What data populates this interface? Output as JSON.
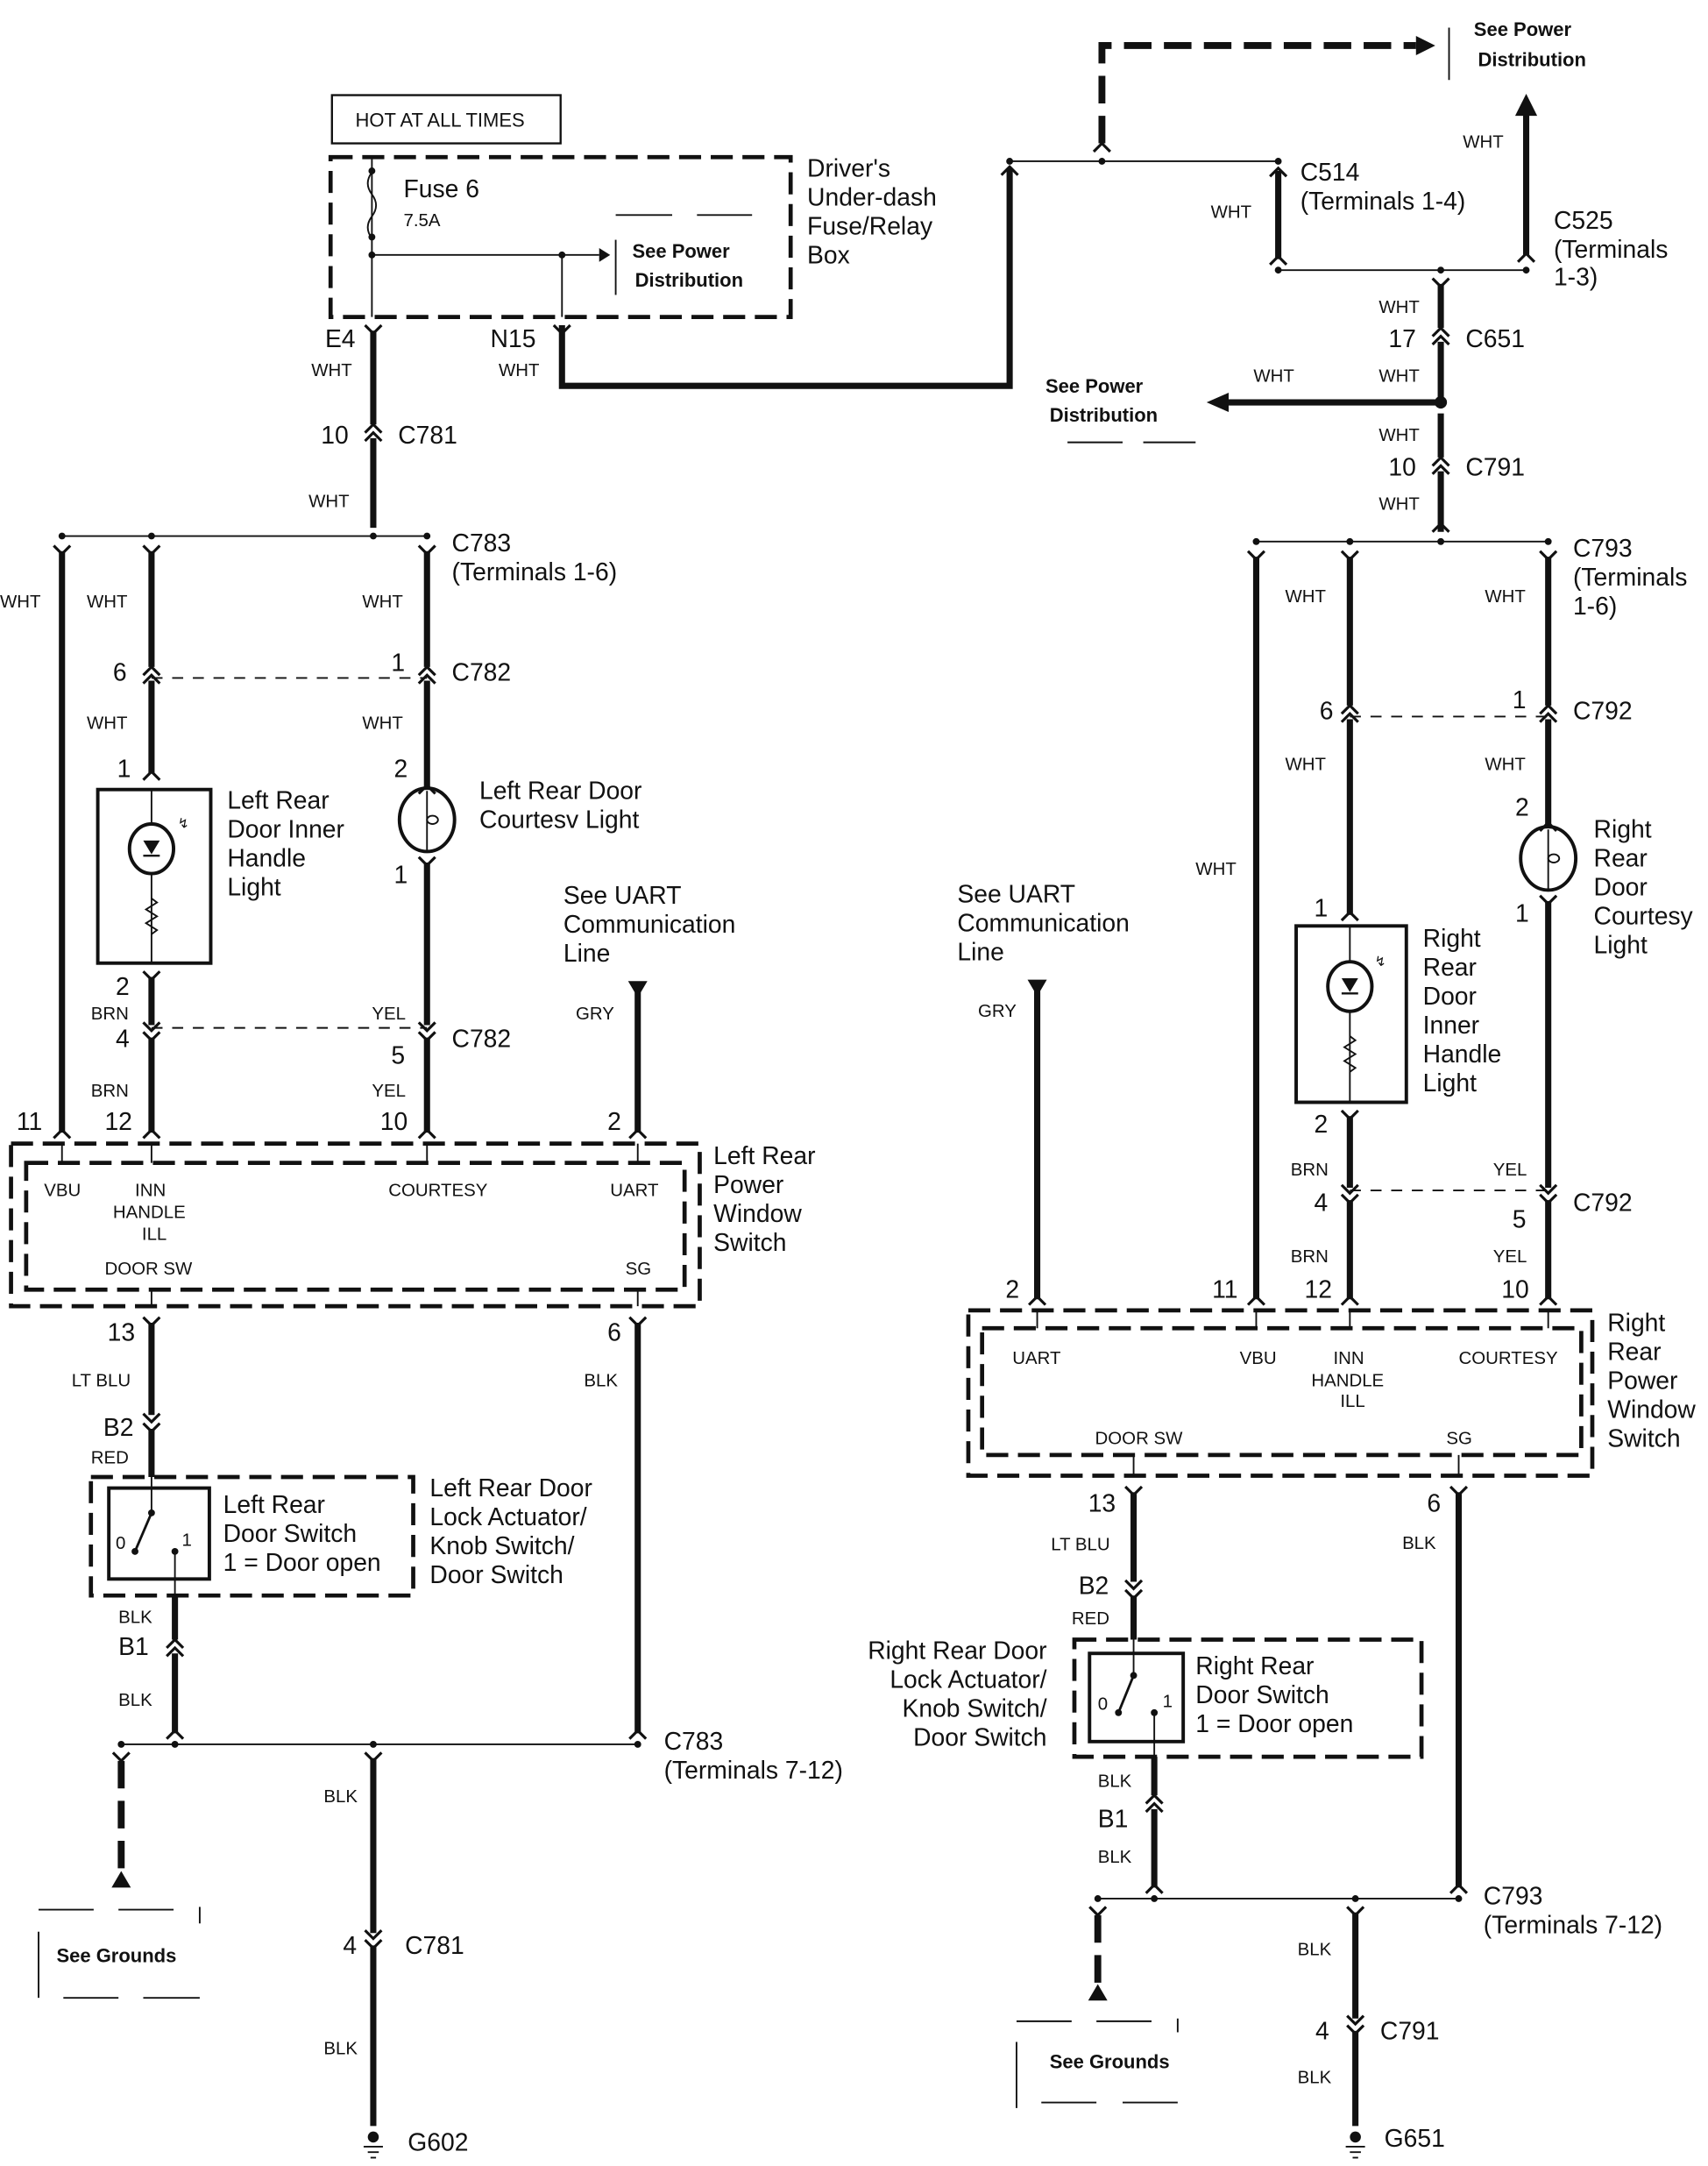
{
  "diagram": {
    "title_box": "HOT AT ALL TIMES",
    "fuse_box": {
      "label_lines": [
        "Driver's",
        "Under-dash",
        "Fuse/Relay",
        "Box"
      ],
      "fuse_name": "Fuse 6",
      "fuse_rating": "7.5A",
      "see_power_lines": [
        "See Power",
        "Distribution"
      ],
      "pin_left": "E4",
      "pin_right": "N15"
    },
    "refs": {
      "see_power_top": [
        "See Power",
        "Distribution"
      ],
      "see_power_mid": [
        "See Power",
        "Distribution"
      ],
      "see_grounds": "See Grounds",
      "see_uart": [
        "See UART",
        "Communication",
        "Line"
      ]
    },
    "connectors": {
      "c514": [
        "C514",
        "(Terminals 1-4)"
      ],
      "c525": [
        "C525",
        "(Terminals",
        "1-3)"
      ],
      "c651": "C651",
      "c781": "C781",
      "c783_top": [
        "C783",
        "(Terminals 1-6)"
      ],
      "c783_bot": [
        "C783",
        "(Terminals 7-12)"
      ],
      "c782": "C782",
      "c791": "C791",
      "c792": "C792",
      "c793_top": [
        "C793",
        "(Terminals",
        "1-6)"
      ],
      "c793_bot": [
        "C793",
        "(Terminals 7-12)"
      ]
    },
    "wire_colors": {
      "wht": "WHT",
      "brn": "BRN",
      "yel": "YEL",
      "gry": "GRY",
      "ltblu": "LT BLU",
      "red": "RED",
      "blk": "BLK"
    },
    "left": {
      "inner_handle_light": [
        "Left Rear",
        "Door Inner",
        "Handle",
        "Light"
      ],
      "courtesy_light": [
        "Left Rear Door",
        "Courtesv Light"
      ],
      "pw_switch": [
        "Left Rear",
        "Power",
        "Window",
        "Switch"
      ],
      "door_switch_inner": [
        "Left Rear",
        "Door Switch",
        "1 = Door open"
      ],
      "door_switch_outer": [
        "Left Rear Door",
        "Lock Actuator/",
        "Knob Switch/",
        "Door Switch"
      ],
      "ground": "G602"
    },
    "right": {
      "inner_handle_light": [
        "Right",
        "Rear",
        "Door",
        "Inner",
        "Handle",
        "Light"
      ],
      "courtesy_light": [
        "Right",
        "Rear",
        "Door",
        "Courtesy",
        "Light"
      ],
      "pw_switch": [
        "Right",
        "Rear",
        "Power",
        "Window",
        "Switch"
      ],
      "door_switch_inner": [
        "Right Rear",
        "Door Switch",
        "1 = Door open"
      ],
      "door_switch_outer": [
        "Right Rear Door",
        "Lock Actuator/",
        "Knob Switch/",
        "Door Switch"
      ],
      "ground": "G651"
    },
    "switch_pins": {
      "vbu": "VBU",
      "inn": [
        "INN",
        "HANDLE",
        "ILL"
      ],
      "courtesy": "COURTESY",
      "uart": "UART",
      "door_sw": "DOOR SW",
      "sg": "SG"
    },
    "pins": {
      "p1": "1",
      "p2": "2",
      "p4": "4",
      "p5": "5",
      "p6": "6",
      "p10": "10",
      "p11": "11",
      "p12": "12",
      "p13": "13",
      "p17": "17",
      "b1": "B1",
      "b2": "B2",
      "sw0": "0",
      "sw1": "1"
    }
  }
}
